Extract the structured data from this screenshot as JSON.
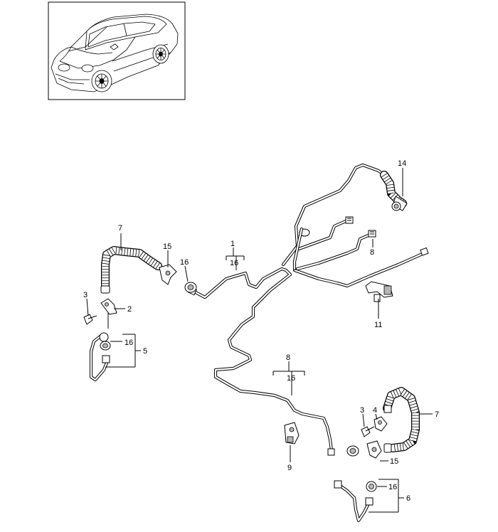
{
  "callouts": [
    {
      "id": "c1",
      "text": "1"
    },
    {
      "id": "c1b",
      "text": "16"
    },
    {
      "id": "c2",
      "text": "2"
    },
    {
      "id": "c3a",
      "text": "3"
    },
    {
      "id": "c3b",
      "text": "3"
    },
    {
      "id": "c4",
      "text": "4"
    },
    {
      "id": "c5",
      "text": "5"
    },
    {
      "id": "c6",
      "text": "6"
    },
    {
      "id": "c7a",
      "text": "7"
    },
    {
      "id": "c7b",
      "text": "7"
    },
    {
      "id": "c8a",
      "text": "8"
    },
    {
      "id": "c8b",
      "text": "8"
    },
    {
      "id": "c8c",
      "text": "16"
    },
    {
      "id": "c9",
      "text": "9"
    },
    {
      "id": "c11",
      "text": "11"
    },
    {
      "id": "c14",
      "text": "14"
    },
    {
      "id": "c15a",
      "text": "15"
    },
    {
      "id": "c15b",
      "text": "15"
    },
    {
      "id": "c16a",
      "text": "16"
    },
    {
      "id": "c16b",
      "text": "16"
    },
    {
      "id": "c16c",
      "text": "16"
    }
  ]
}
